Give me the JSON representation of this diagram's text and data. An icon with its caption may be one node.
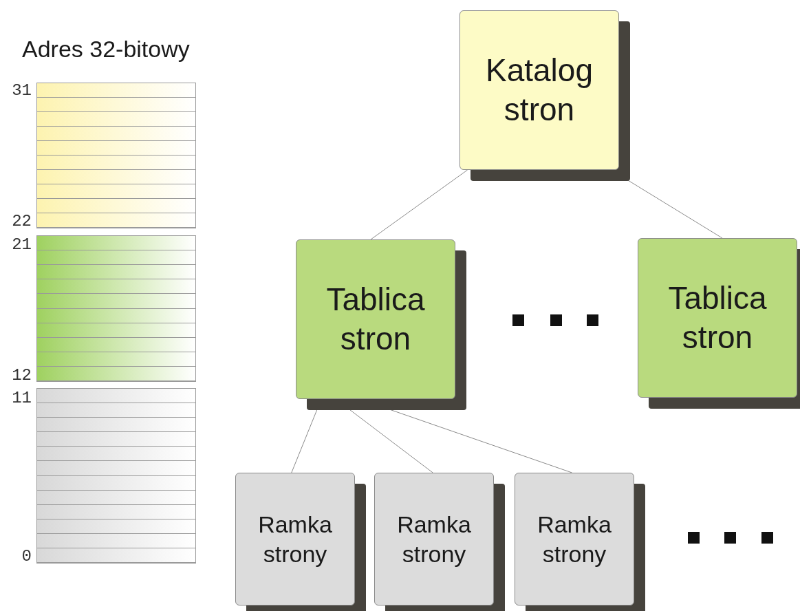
{
  "diagram": {
    "nodes": [
      {
        "text": [
          "Katalog stron"
        ]
      },
      {
        "text": [
          "Tablica stron"
        ]
      },
      {
        "text": [
          "Tablica stron"
        ]
      },
      {
        "text": [
          "Ramka strony"
        ]
      },
      {
        "text": [
          "Ramka strony"
        ]
      },
      {
        "text": [
          "Ramka strony"
        ]
      }
    ],
    "edges": [
      {
        "from": 0,
        "to": 1,
        "arrow": "none"
      },
      {
        "from": 0,
        "to": 2,
        "arrow": "none"
      },
      {
        "from": 1,
        "to": 3,
        "arrow": "none"
      },
      {
        "from": 1,
        "to": 4,
        "arrow": "none"
      },
      {
        "from": 1,
        "to": 5,
        "arrow": "none"
      }
    ],
    "labels": [
      "Adres 32-bitowy",
      "31",
      "22",
      "21",
      "12",
      "11",
      "0"
    ]
  }
}
